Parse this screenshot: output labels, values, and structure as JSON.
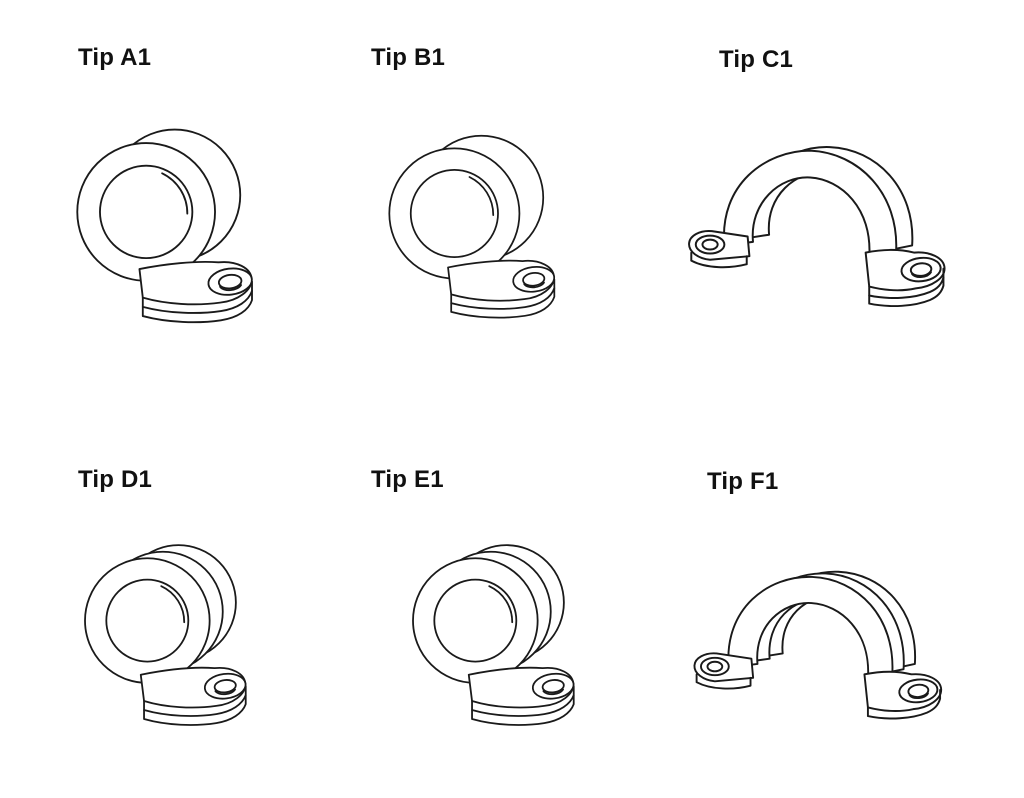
{
  "page": {
    "background_color": "#ffffff",
    "line_color": "#1a1a1a",
    "kind": "technical-drawing-sheet",
    "description_visible_content": "Six isometric line drawings of tube/cable clamps arranged in a 3x2 grid, each with a type label"
  },
  "figures": [
    {
      "label": "Tip A1",
      "drawing": "p-clip-clamp-drawing"
    },
    {
      "label": "Tip B1",
      "drawing": "p-clip-clamp-drawing"
    },
    {
      "label": "Tip C1",
      "drawing": "saddle-clamp-drawing"
    },
    {
      "label": "Tip D1",
      "drawing": "sleeved-p-clip-clamp-drawing"
    },
    {
      "label": "Tip E1",
      "drawing": "sleeved-p-clip-clamp-drawing"
    },
    {
      "label": "Tip F1",
      "drawing": "sleeved-saddle-clamp-drawing"
    }
  ]
}
